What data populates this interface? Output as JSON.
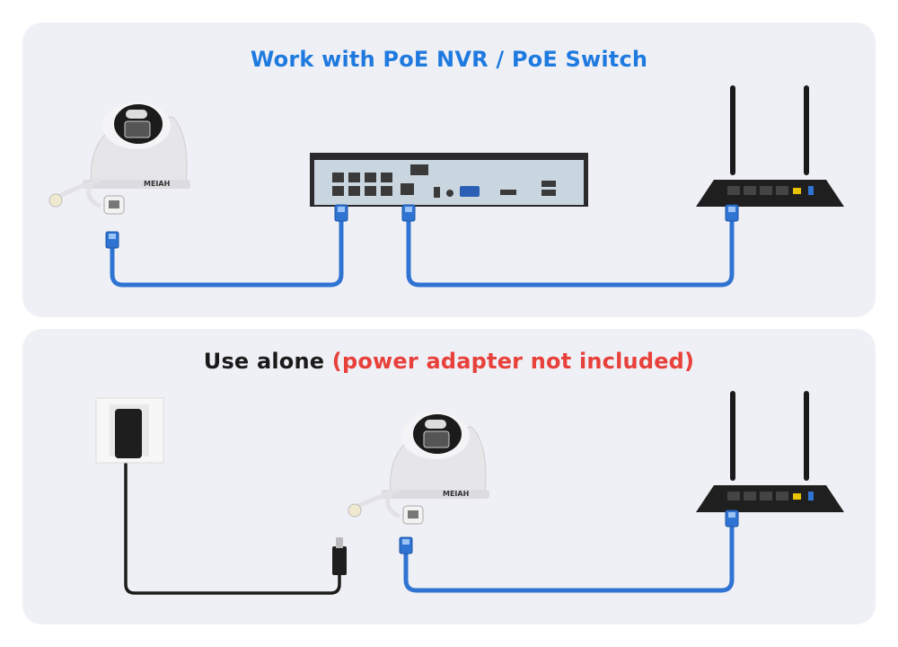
{
  "top_panel": {
    "title": "Work with PoE NVR / PoE Switch",
    "title_color": "#1f7ae0",
    "devices": [
      "dome-camera",
      "poe-nvr",
      "wifi-router"
    ],
    "camera_logo": "MEIAH"
  },
  "bottom_panel": {
    "title_main": "Use alone",
    "title_note": "(power adapter not included)",
    "title_main_color": "#1a1a1a",
    "title_note_color": "#e8403a",
    "devices": [
      "power-adapter",
      "dome-camera",
      "wifi-router"
    ],
    "camera_logo": "MEIAH"
  },
  "colors": {
    "panel_bg": "#eff0f5",
    "ethernet_cable": "#2f74d2",
    "power_cable": "#1c1c1c"
  }
}
